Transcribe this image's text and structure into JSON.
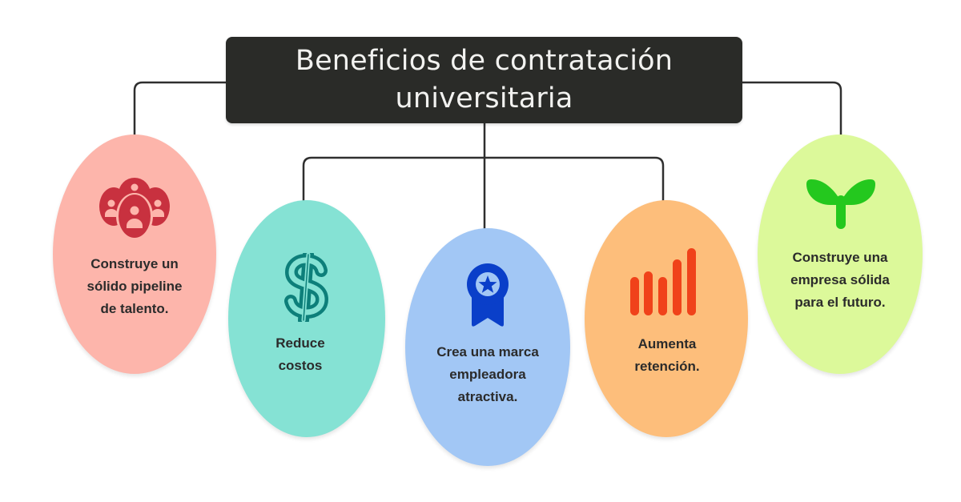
{
  "title": {
    "line1": "Beneficios de contratación",
    "line2": "universitaria",
    "background": "#2a2b28",
    "text_color": "#f2f2f0"
  },
  "connector_color": "#2f2f2f",
  "benefits": [
    {
      "id": "talent-pipeline",
      "icon": "people-group-icon",
      "label": "Construye un\nsólido pipeline\nde talento.",
      "fill": "#fdb5ab",
      "icon_color": "#c8313f"
    },
    {
      "id": "reduce-costs",
      "icon": "dollar-sign-icon",
      "label": "Reduce\ncostos",
      "fill": "#85e2d4",
      "icon_color": "#0d7f7a"
    },
    {
      "id": "employer-brand",
      "icon": "award-ribbon-icon",
      "label": "Crea una marca\nempleadora\natractiva.",
      "fill": "#a2c7f5",
      "icon_color": "#0a3fc9"
    },
    {
      "id": "retention",
      "icon": "bar-chart-icon",
      "label": "Aumenta\nretención.",
      "fill": "#fdbe7b",
      "icon_color": "#f0421a"
    },
    {
      "id": "future",
      "icon": "sprout-icon",
      "label": "Construye una\nempresa sólida\npara el futuro.",
      "fill": "#dcf99a",
      "icon_color": "#24c81e"
    }
  ]
}
